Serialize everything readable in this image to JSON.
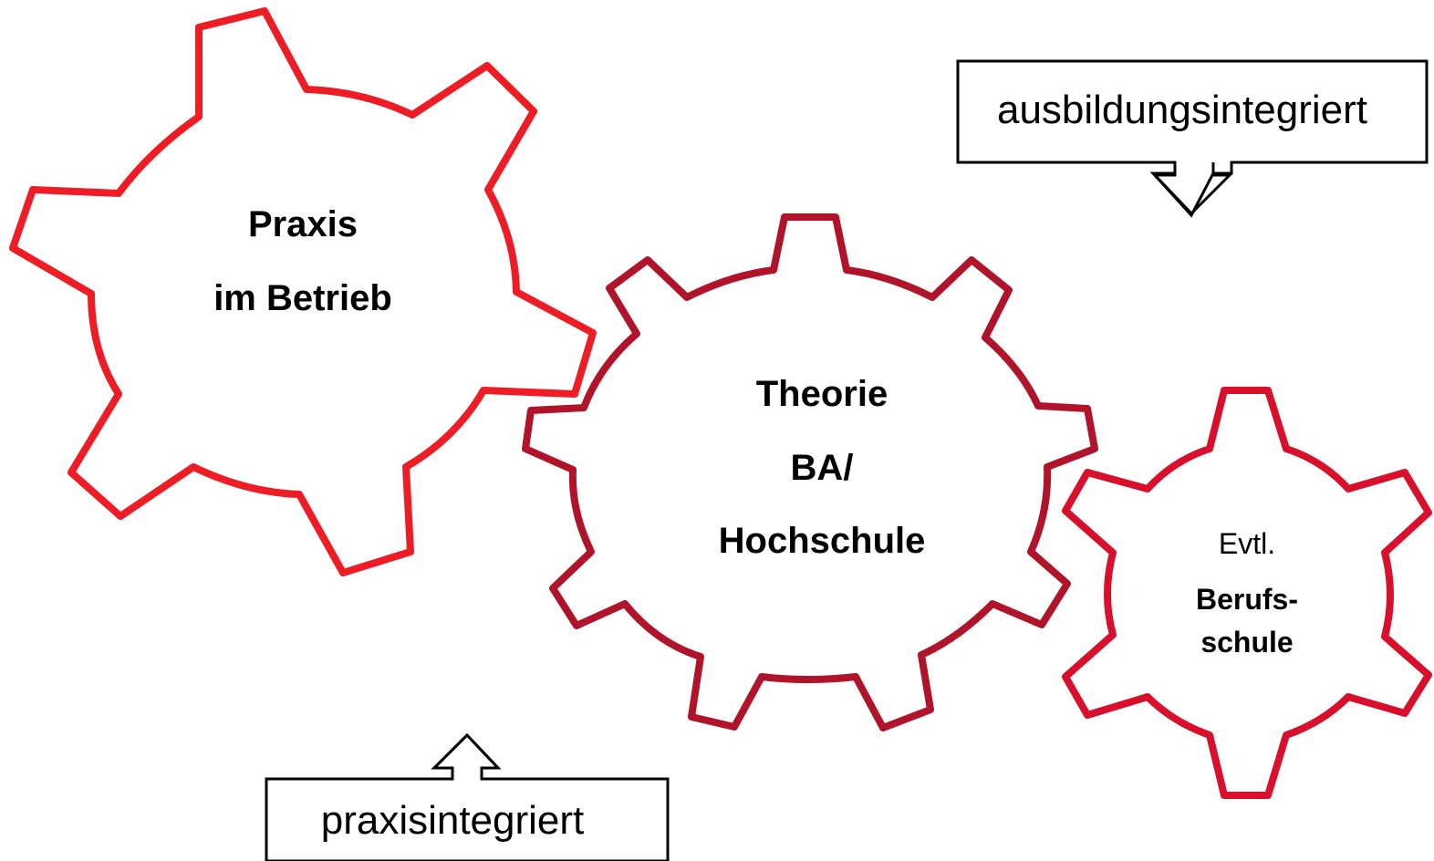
{
  "colors": {
    "gear_praxis": "#ee1c24",
    "gear_theorie": "#b0142a",
    "gear_berufsschule": "#d8102c",
    "callout_stroke": "#000000"
  },
  "gears": {
    "praxis": {
      "line1": "Praxis",
      "line2": "im Betrieb"
    },
    "theorie": {
      "line1": "Theorie",
      "line2": "BA/",
      "line3": "Hochschule"
    },
    "berufsschule": {
      "line1": "Evtl.",
      "line2": "Berufs-",
      "line3": "schule"
    }
  },
  "callouts": {
    "ausbildungsintegriert": {
      "label": "ausbildungsintegriert",
      "arrow": "down-arrow-icon"
    },
    "praxisintegriert": {
      "label": "praxisintegriert",
      "arrow": "up-arrow-icon"
    }
  }
}
